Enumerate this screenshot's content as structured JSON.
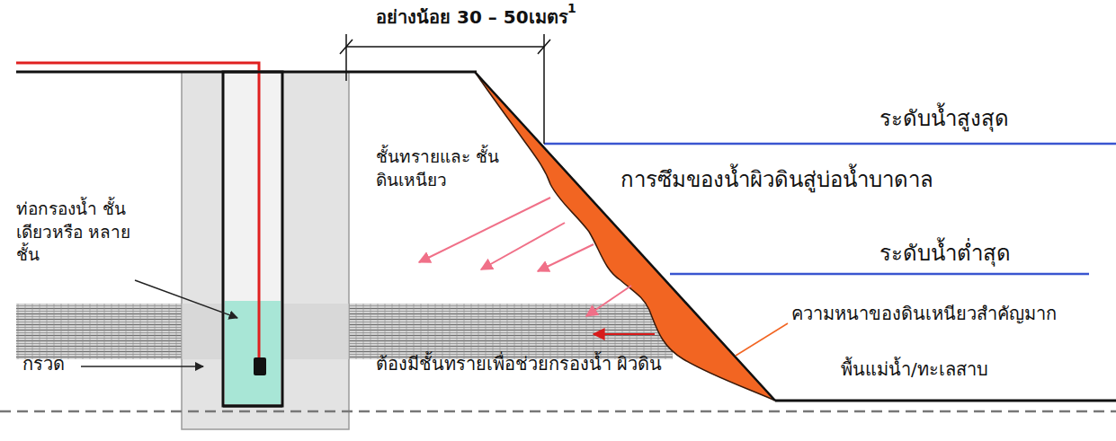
{
  "diagram": {
    "labels": [
      "อย่างน้อย 30 – 50เมตร",
      "1",
      "ระดับน้ำสูงสุด",
      "ชั้นทรายและ ชั้นดินเหนียว",
      "การซึมของน้ำผิวดินสู่บ่อน้ำบาดาล",
      "ท่อกรองน้ำ ชั้นเดียวหรือ หลายชั้น",
      "ระดับน้ำต่ำสุด",
      "ความหนาของดินเหนียวสำคัญมาก",
      "กรวด",
      "ต้องมีชั้นทรายเพื่อช่วยกรองน้ำ ผิวดิน",
      "พื้นแม่น้ำ/ทะเลสาบ"
    ]
  }
}
